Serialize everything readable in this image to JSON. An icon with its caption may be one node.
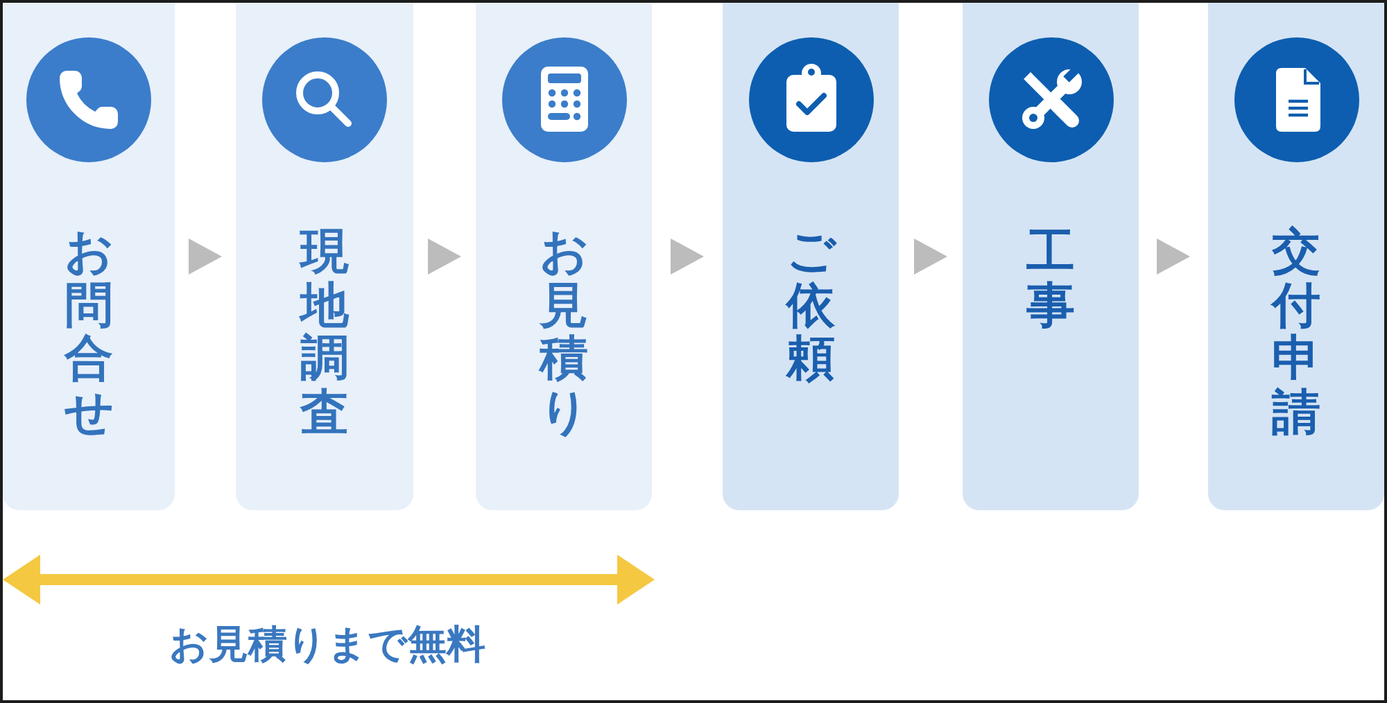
{
  "diagram": {
    "nodes": [
      {
        "text": [
          "お問合せ"
        ]
      },
      {
        "text": [
          "現地調査"
        ]
      },
      {
        "text": [
          "お見積り"
        ]
      },
      {
        "text": [
          "ご依頼"
        ]
      },
      {
        "text": [
          "工事"
        ]
      },
      {
        "text": [
          "交付申請"
        ]
      }
    ],
    "edges": [
      {
        "from": 0,
        "to": 1,
        "arrow": "to"
      },
      {
        "from": 1,
        "to": 2,
        "arrow": "to"
      },
      {
        "from": 2,
        "to": 3,
        "arrow": "to"
      },
      {
        "from": 3,
        "to": 4,
        "arrow": "to"
      },
      {
        "from": 4,
        "to": 5,
        "arrow": "to"
      }
    ],
    "labels": [
      "お見積りまで無料"
    ]
  }
}
